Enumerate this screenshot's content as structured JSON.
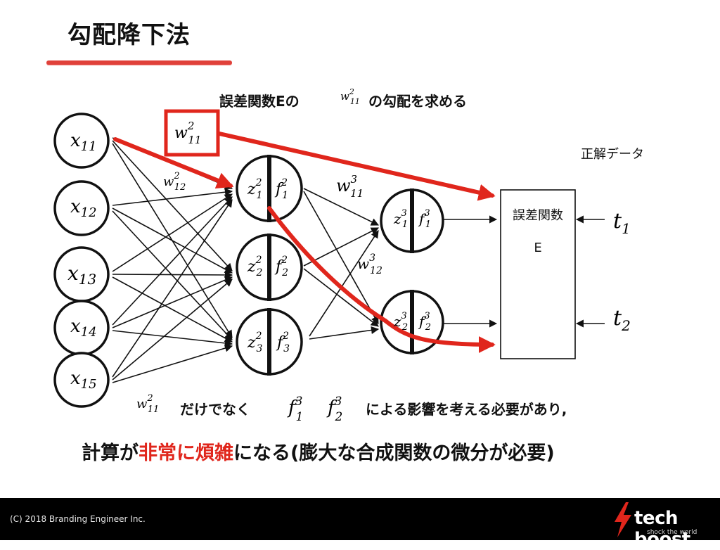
{
  "slide": {
    "title": "勾配降下法",
    "question_prefix": "誤差関数Eの",
    "question_suffix": "の勾配を求める",
    "teacher_label": "正解データ",
    "loss_box_label": "誤差関数",
    "loss_box_symbol": "E",
    "bottom_line1_mid": "だけでなく",
    "bottom_line1_end": "による影響を考える必要があり,",
    "bottom_line2_a": "計算が",
    "bottom_line2_b": "非常に煩雑",
    "bottom_line2_c": "になる(膨大な合成関数の微分が必要)"
  },
  "inputs": [
    {
      "base": "x",
      "sub": "11"
    },
    {
      "base": "x",
      "sub": "12"
    },
    {
      "base": "x",
      "sub": "13"
    },
    {
      "base": "x",
      "sub": "14"
    },
    {
      "base": "x",
      "sub": "15"
    }
  ],
  "hidden": [
    {
      "z_base": "z",
      "z_sup": "2",
      "z_sub": "1",
      "f_base": "f",
      "f_sup": "2",
      "f_sub": "1"
    },
    {
      "z_base": "z",
      "z_sup": "2",
      "z_sub": "2",
      "f_base": "f",
      "f_sup": "2",
      "f_sub": "2"
    },
    {
      "z_base": "z",
      "z_sup": "2",
      "z_sub": "3",
      "f_base": "f",
      "f_sup": "2",
      "f_sub": "3"
    }
  ],
  "output": [
    {
      "z_base": "z",
      "z_sup": "3",
      "z_sub": "1",
      "f_base": "f",
      "f_sup": "3",
      "f_sub": "1"
    },
    {
      "z_base": "z",
      "z_sup": "3",
      "z_sub": "2",
      "f_base": "f",
      "f_sup": "3",
      "f_sub": "2"
    }
  ],
  "targets": [
    {
      "base": "t",
      "sub": "1"
    },
    {
      "base": "t",
      "sub": "2"
    }
  ],
  "weights": {
    "w2_11": {
      "base": "w",
      "sup": "2",
      "sub": "11"
    },
    "w2_12": {
      "base": "w",
      "sup": "2",
      "sub": "12"
    },
    "w3_11": {
      "base": "w",
      "sup": "3",
      "sub": "11"
    },
    "w3_12": {
      "base": "w",
      "sup": "3",
      "sub": "12"
    }
  },
  "footer": {
    "copyright": "(C) 2018 Branding Engineer Inc.",
    "logo": "tech boost",
    "logo_tagline": "shock the world"
  },
  "colors": {
    "accent": "#e0261c",
    "line": "#111111",
    "footer": "#000000"
  }
}
